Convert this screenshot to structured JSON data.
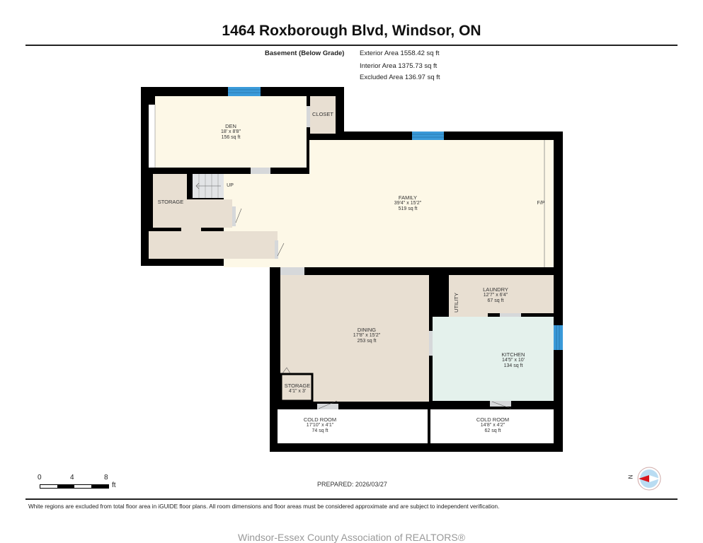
{
  "header": {
    "title": "1464 Roxborough Blvd, Windsor, ON"
  },
  "summary": {
    "level": "Basement (Below Grade)",
    "exterior_area": "Exterior Area 1558.42 sq ft",
    "interior_area": "Interior Area 1375.73 sq ft",
    "excluded_area": "Excluded Area 136.97 sq ft"
  },
  "colors": {
    "wall": "#000000",
    "living": "#fdf8e7",
    "utility": "#e8dfd2",
    "kitchen": "#e4f1ec",
    "excluded": "#ffffff",
    "window": "#3a9ad9",
    "door_gap": "#d6d8da",
    "compass_needle": "#d8141b",
    "compass_face": "#b9dcf2"
  },
  "rooms": [
    {
      "name": "DEN",
      "dims": "18' x 8'8\"",
      "area": "156 sq ft"
    },
    {
      "name": "CLOSET"
    },
    {
      "name": "FAMILY",
      "dims": "39'4\" x 15'2\"",
      "area": "519 sq ft"
    },
    {
      "name": "STORAGE"
    },
    {
      "name": "LAUNDRY",
      "dims": "12'7\" x 6'4\"",
      "area": "67 sq ft"
    },
    {
      "name": "UTILITY"
    },
    {
      "name": "DINING",
      "dims": "17'8\" x 15'2\"",
      "area": "253 sq ft"
    },
    {
      "name": "KITCHEN",
      "dims": "14'5\" x 10'",
      "area": "134 sq ft"
    },
    {
      "name": "STORAGE",
      "dims": "4'1\" x 3'"
    },
    {
      "name": "COLD ROOM",
      "dims": "17'10\" x 4'1\"",
      "area": "74 sq ft"
    },
    {
      "name": "COLD ROOM",
      "dims": "14'8\" x 4'2\"",
      "area": "62 sq ft"
    }
  ],
  "labels": {
    "stairs": "UP",
    "fireplace": "F/P"
  },
  "scale_bar": {
    "ticks": [
      "0",
      "4",
      "8"
    ],
    "unit": "ft"
  },
  "compass": {
    "label": "N"
  },
  "footer": {
    "prepared": "PREPARED: 2026/03/27",
    "disclaimer": "White regions are excluded from total floor area in iGUIDE floor plans. All room dimensions and floor areas must be considered approximate and are subject to independent verification.",
    "association": "Windsor-Essex County Association of REALTORS®"
  }
}
